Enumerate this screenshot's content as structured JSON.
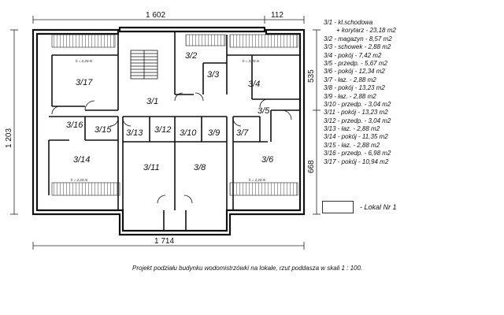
{
  "plan": {
    "dimensions": {
      "top_width": "1 602",
      "top_right": "112",
      "bottom_width": "1 714",
      "left_height": "1 203",
      "right_upper": "535",
      "right_lower": "668"
    },
    "ceiling_note": "h = 2,20 m",
    "rooms": {
      "r1": "3/1",
      "r2": "3/2",
      "r3": "3/3",
      "r4": "3/4",
      "r5": "3/5",
      "r6": "3/6",
      "r7": "3/7",
      "r8": "3/8",
      "r9": "3/9",
      "r10": "3/10",
      "r11": "3/11",
      "r12": "3/12",
      "r13": "3/13",
      "r14": "3/14",
      "r15": "3/15",
      "r16": "3/16",
      "r17": "3/17"
    }
  },
  "legend": {
    "items": [
      "3/1 - kl.schodowa",
      "+ korytarz - 23,18 m2",
      "3/2 - magazyn - 8,57 m2",
      "3/3 - schowek - 2,88 m2",
      "3/4 - pokój - 7,42 m2",
      "3/5 - przedp. - 5,67 m2",
      "3/6 - pokój - 12,34 m2",
      "3/7 - łaz. - 2,88 m2",
      "3/8 - pokój - 13,23 m2",
      "3/9 - łaz. - 2,88 m2",
      "3/10 - przedp. - 3,04 m2",
      "3/11 - pokój - 13,23 m2",
      "3/12 - przedp. - 3,04 m2",
      "3/13 - łaz. - 2,88 m2",
      "3/14 - pokój - 11,35 m2",
      "3/15 - łaz. - 2,88 m2",
      "3/16 - przedp. - 6,98 m2",
      "3/17 - pokój - 10,94 m2"
    ],
    "key_label": "- Lokal Nr 1"
  },
  "caption": "Projekt podziału budynku wodomistrzówki na lokale, rzut poddasza w skali 1 : 100."
}
